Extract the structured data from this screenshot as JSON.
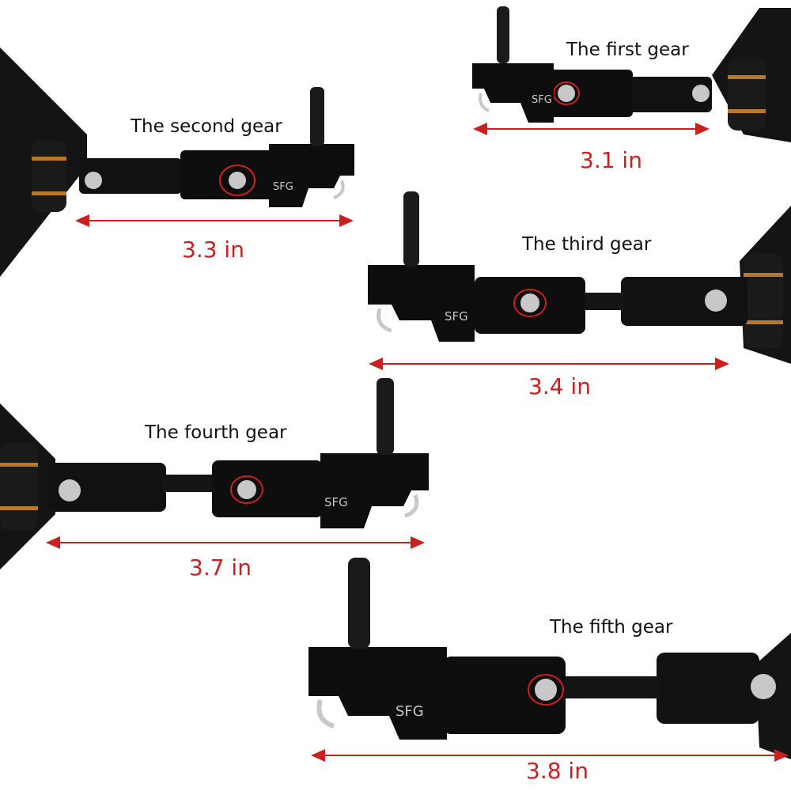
{
  "gears": [
    {
      "name": "The first gear",
      "length": "3.1 in"
    },
    {
      "name": "The second gear",
      "length": "3.3 in"
    },
    {
      "name": "The third gear",
      "length": "3.4 in"
    },
    {
      "name": "The fourth gear",
      "length": "3.7 in"
    },
    {
      "name": "The fifth gear",
      "length": "3.8 in"
    }
  ],
  "logo_text": "SFG",
  "colors": {
    "background": "#ffffff",
    "product": "#0d0d0d",
    "measure": "#cc1f1f",
    "accent_ring": "#b87a2a",
    "screw": "#c8c8c8"
  }
}
